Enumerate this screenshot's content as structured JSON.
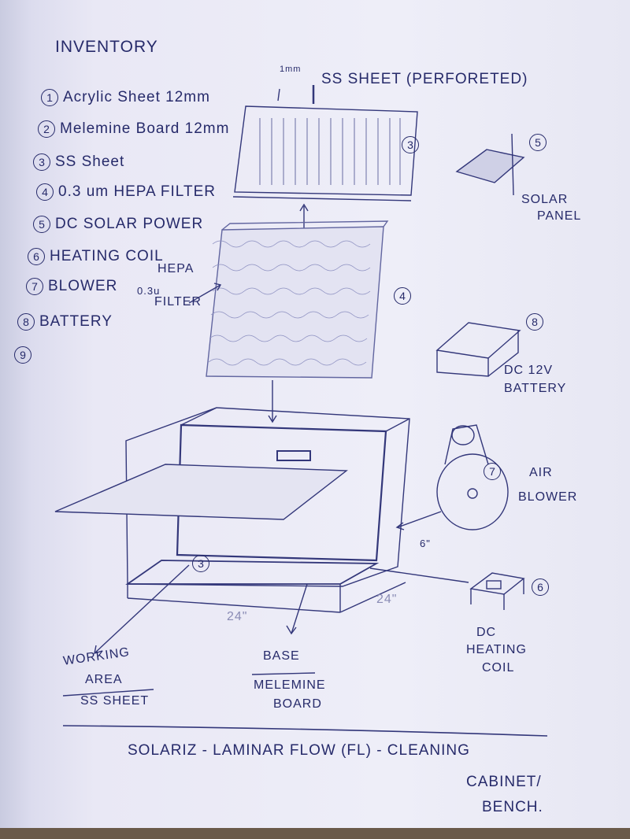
{
  "title": "INVENTORY",
  "inventory": [
    {
      "num": "1",
      "label": "Acrylic Sheet  12mm"
    },
    {
      "num": "2",
      "label": "Melemine Board 12mm"
    },
    {
      "num": "3",
      "label": "SS Sheet"
    },
    {
      "num": "4",
      "label": "0.3 um  HEPA FILTER"
    },
    {
      "num": "5",
      "label": "DC SOLAR POWER"
    },
    {
      "num": "6",
      "label": "HEATING COIL"
    },
    {
      "num": "7",
      "label": "BLOWER"
    },
    {
      "num": "8",
      "label": "BATTERY"
    },
    {
      "num": "9",
      "label": ""
    }
  ],
  "labels": {
    "thickness": "1mm",
    "ss_sheet": "SS SHEET (PERFORETED)",
    "ss_num": "3",
    "solar_num": "5",
    "solar_panel_1": "SOLAR",
    "solar_panel_2": "PANEL",
    "hepa_1": "HEPA",
    "hepa_2": "0.3u",
    "hepa_3": "FILTER",
    "hepa_num": "4",
    "battery_num": "8",
    "battery_1": "DC 12V",
    "battery_2": "BATTERY",
    "blower_num": "7",
    "blower_1": "AIR",
    "blower_2": "BLOWER",
    "dim_6": "6\"",
    "dim_24a": "24\"",
    "dim_24b": "24\"",
    "work_num": "3",
    "coil_num": "6",
    "coil_1": "DC",
    "coil_2": "HEATING",
    "coil_3": "COIL",
    "working_1": "WORKING",
    "working_2": "AREA",
    "working_3": "SS SHEET",
    "base_1": "BASE",
    "base_2": "MELEMINE",
    "base_3": "BOARD"
  },
  "footer": {
    "line1": "SOLARIZ - LAMINAR FLOW (FL) - CLEANING",
    "line2": "CABINET/",
    "line3": "BENCH."
  }
}
